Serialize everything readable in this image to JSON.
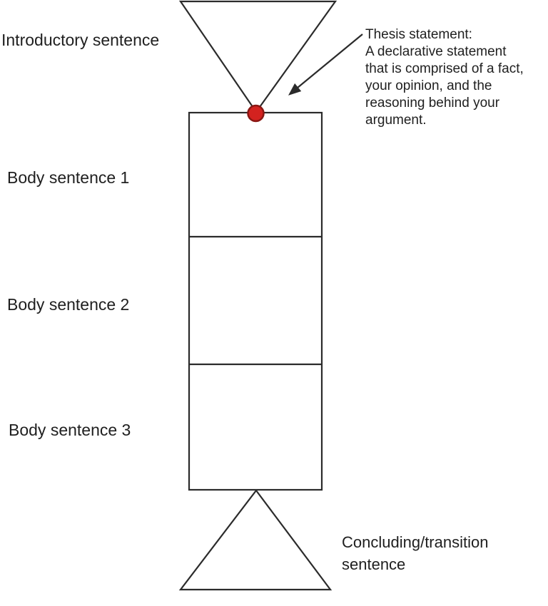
{
  "diagram": {
    "intro_label": "Introductory sentence",
    "body_labels": [
      "Body sentence 1",
      "Body sentence 2",
      "Body sentence 3"
    ],
    "concluding_label": "Concluding/transition sentence",
    "thesis_annotation": {
      "lines": [
        "Thesis statement:",
        "A declarative statement",
        "that is comprised of a fact,",
        "your opinion, and the",
        "reasoning behind your",
        "argument."
      ]
    },
    "colors": {
      "outline": "#2b2b2b",
      "text": "#1f1f1f",
      "thesis_dot_fill": "#d3221f",
      "thesis_dot_stroke": "#8a1713"
    }
  }
}
